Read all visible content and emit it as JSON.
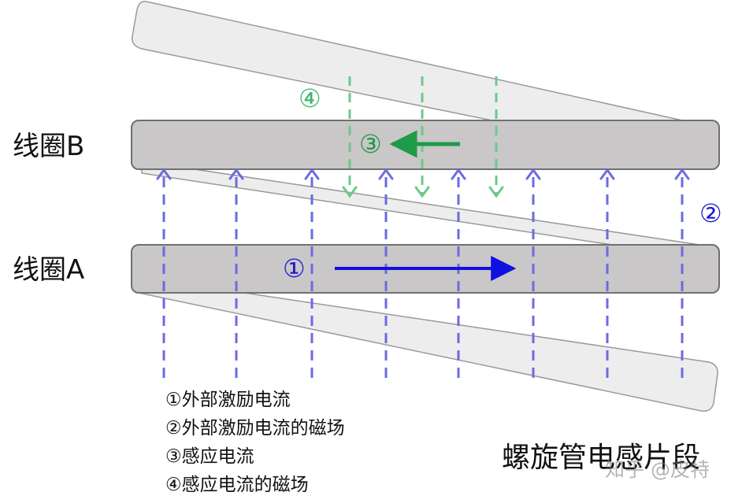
{
  "coils": {
    "b_label": "线圈B",
    "a_label": "线圈A"
  },
  "markers": {
    "m1": "①",
    "m2": "②",
    "m3": "③",
    "m4": "④"
  },
  "legend": {
    "items": [
      "①外部激励电流",
      "②外部激励电流的磁场",
      "③感应电流",
      "④感应电流的磁场"
    ]
  },
  "title": "螺旋管电感片段",
  "watermark": "知乎 @皮特",
  "colors": {
    "excitation_current": "#1010e0",
    "excitation_field": "#6b6be0",
    "induced_current": "#1f9a48",
    "induced_field": "#6cc98a",
    "coil_fill": "#c8c6c6",
    "diagonal_fill": "#ececec"
  }
}
